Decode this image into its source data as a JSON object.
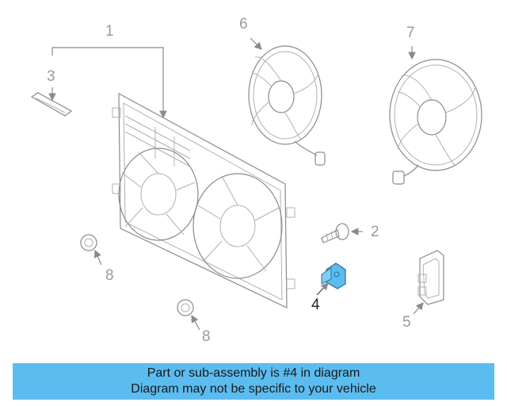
{
  "callouts": [
    {
      "id": "1",
      "label": "1"
    },
    {
      "id": "2",
      "label": "2"
    },
    {
      "id": "3",
      "label": "3"
    },
    {
      "id": "4",
      "label": "4"
    },
    {
      "id": "5",
      "label": "5"
    },
    {
      "id": "6",
      "label": "6"
    },
    {
      "id": "7",
      "label": "7"
    },
    {
      "id": "8a",
      "label": "8"
    },
    {
      "id": "8b",
      "label": "8"
    }
  ],
  "highlighted_part": "4",
  "colors": {
    "highlight": "#5bbcf0",
    "line": "#8a8a8a",
    "banner": "#5bbcf0"
  },
  "banner": {
    "line1": "Part or sub-assembly is #4 in diagram",
    "line2": "Diagram may not be specific to your vehicle"
  }
}
